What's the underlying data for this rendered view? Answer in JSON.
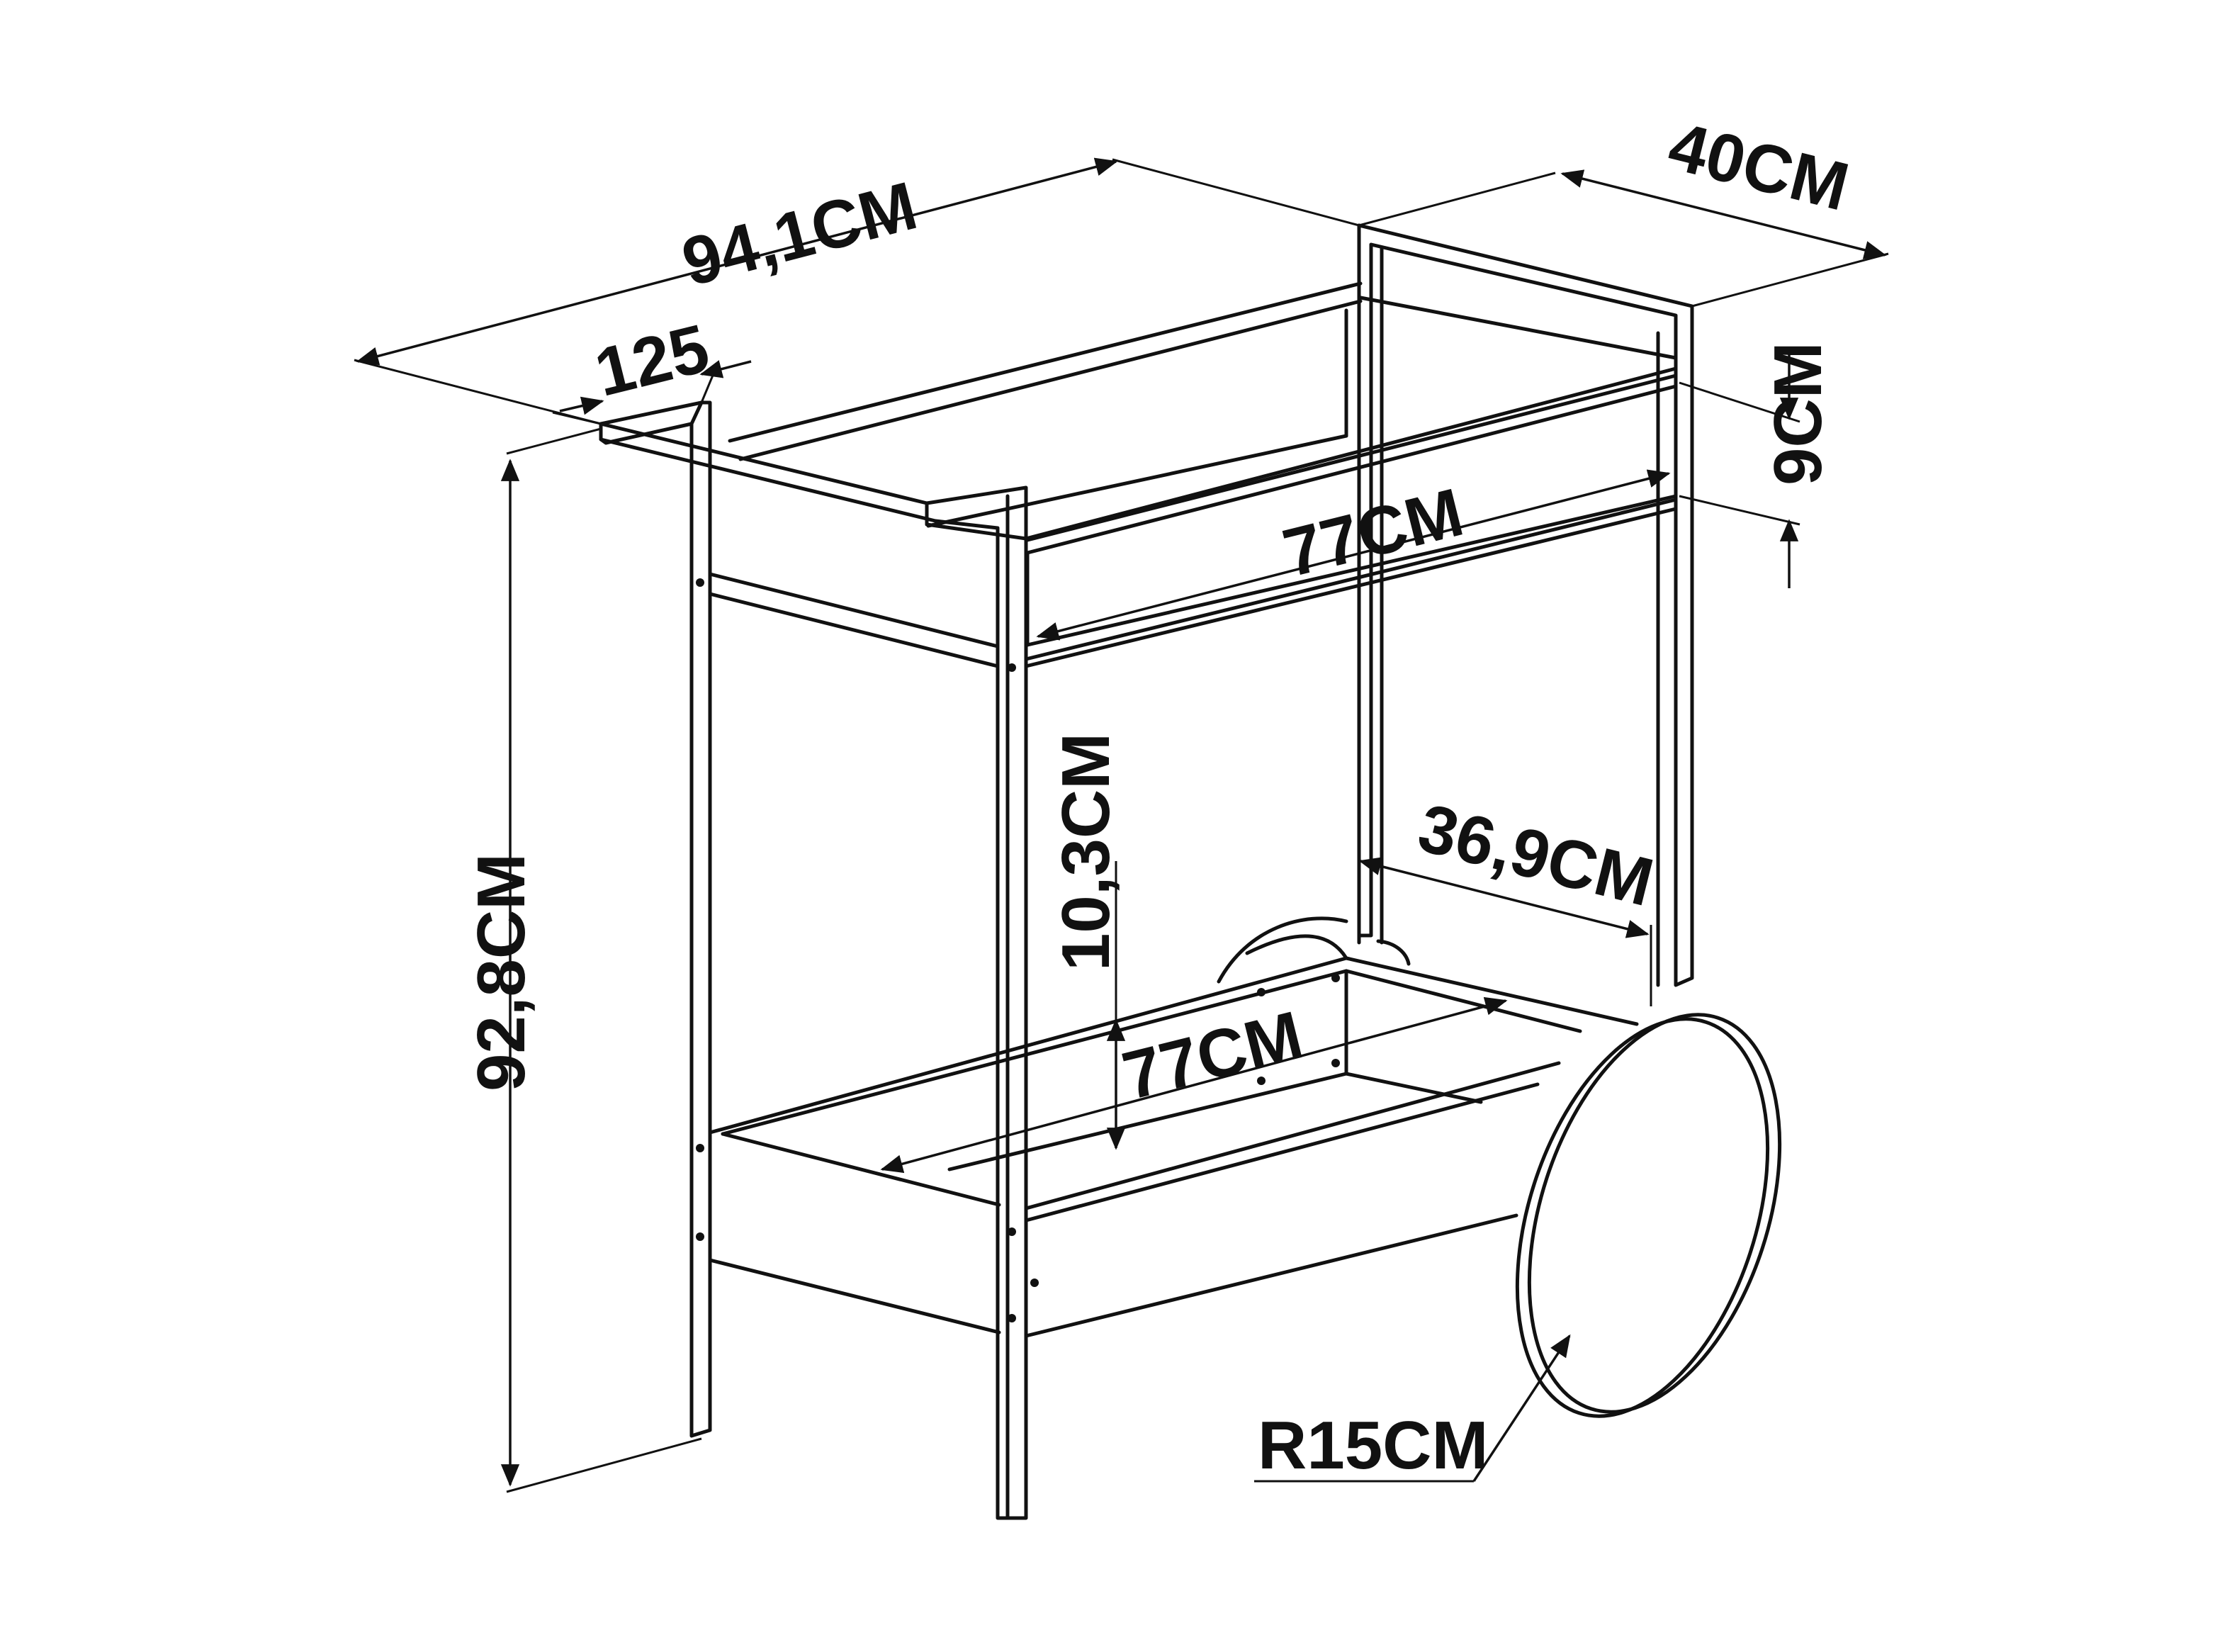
{
  "dimensions": {
    "overall_width": "94,1CM",
    "depth": "40CM",
    "handle_overhang": "125",
    "top_shelf_depth": "9CM",
    "top_shelf_length": "77CM",
    "overall_height": "92,8CM",
    "bottom_shelf_depth": "10,3CM",
    "bottom_shelf_length": "77CM",
    "wheel_height_offset": "36,9CM",
    "wheel_radius": "R15CM"
  },
  "colors": {
    "line": "#111111",
    "background": "#ffffff"
  }
}
